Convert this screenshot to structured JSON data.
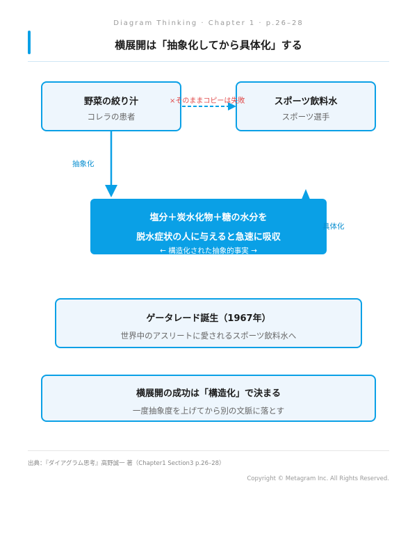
{
  "header": {
    "subtitle": "Diagram Thinking · Chapter 1 · p.26–28",
    "title": "横展開は「抽象化してから具体化」する"
  },
  "diagram": {
    "left_node": {
      "title": "野菜の絞り汁",
      "subtitle": "コレラの患者"
    },
    "right_node": {
      "title": "スポーツ飲料水",
      "subtitle": "スポーツ選手"
    },
    "center_node": {
      "line1": "塩分＋炭水化物＋糖の水分を",
      "line2": "脱水症状の人に与えると急速に吸収",
      "caption": "← 構造化された抽象的事実 →"
    },
    "edge_labels": {
      "copy_fail": "×そのままコピーは失敗",
      "abstract": "抽象化",
      "concrete": "具体化"
    },
    "colors": {
      "accent": "#0aa0e6",
      "fail": "#e04b4b",
      "node_fill": "#eef6fd"
    }
  },
  "boxes": {
    "gatorade": {
      "title": "ゲータレード誕生（1967年）",
      "subtitle": "世界中のアスリートに愛されるスポーツ飲料水へ"
    },
    "summary": {
      "title": "横展開の成功は「構造化」で決まる",
      "subtitle": "一度抽象度を上げてから別の文脈に落とす"
    }
  },
  "footer": {
    "source": "出典：『ダイアグラム思考』高野誠一 著（Chapter1 Section3 p.26–28）",
    "copyright": "Copyright © Metagram Inc. All Rights Reserved."
  }
}
